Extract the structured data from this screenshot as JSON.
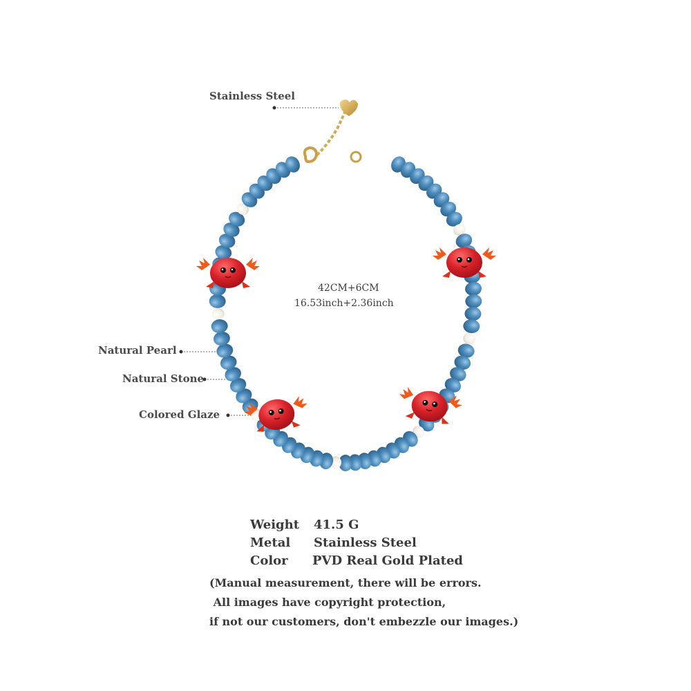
{
  "callouts": {
    "clasp": "Stainless Steel",
    "pearl": "Natural Pearl",
    "stone": "Natural Stone",
    "glaze": "Colored Glaze"
  },
  "dimensions": {
    "cm": "42CM+6CM",
    "inch": "16.53inch+2.36inch"
  },
  "specs": [
    {
      "key": "Weight",
      "value": "41.5  G"
    },
    {
      "key": "Metal",
      "value": "Stainless Steel"
    },
    {
      "key": "Color",
      "value": "PVD Real Gold Plated"
    }
  ],
  "notes": [
    "(Manual measurement, there will be errors.",
    " All images have copyright protection,",
    "if not our customers, don't embezzle our images.)"
  ],
  "colors": {
    "bead_blue": "#4f8fbf",
    "bead_blue_dark": "#356f9d",
    "pearl": "#f4f1ea",
    "crab_red": "#d8222a",
    "crab_claw": "#f05a1a",
    "gold": "#c9a04a"
  }
}
